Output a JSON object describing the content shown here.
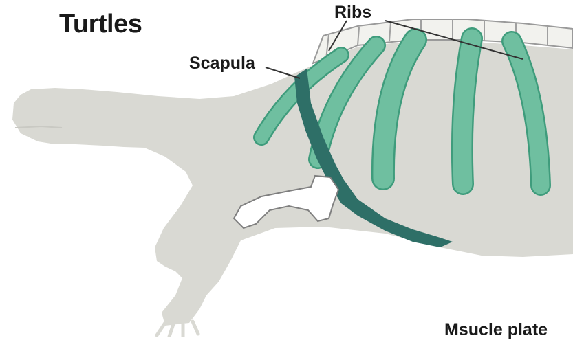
{
  "diagram": {
    "title": "Turtles",
    "labels": {
      "ribs": "Ribs",
      "scapula": "Scapula",
      "muscle_plate": "Msucle plate"
    }
  },
  "colors": {
    "body": "#d9d9d3",
    "rib": "#6fbfa0",
    "rib_stroke": "#3f9c7c",
    "scapula": "#2e6f67",
    "bone_white": "#ffffff",
    "bone_stroke": "#7f7f7f",
    "leader": "#333333"
  }
}
